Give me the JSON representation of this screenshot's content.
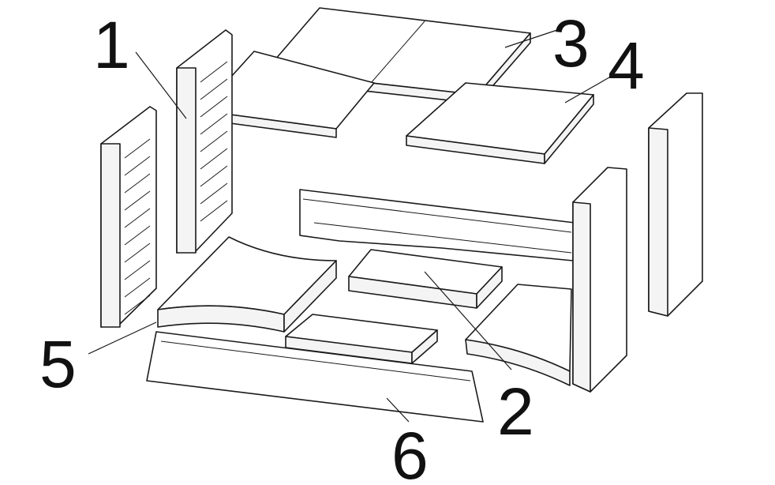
{
  "callouts": {
    "c1": "1",
    "c2": "2",
    "c3": "3",
    "c4": "4",
    "c5": "5",
    "c6": "6"
  },
  "colors": {
    "line": "#1a1a1a",
    "face": "#ffffff",
    "side": "#f4f4f4"
  }
}
